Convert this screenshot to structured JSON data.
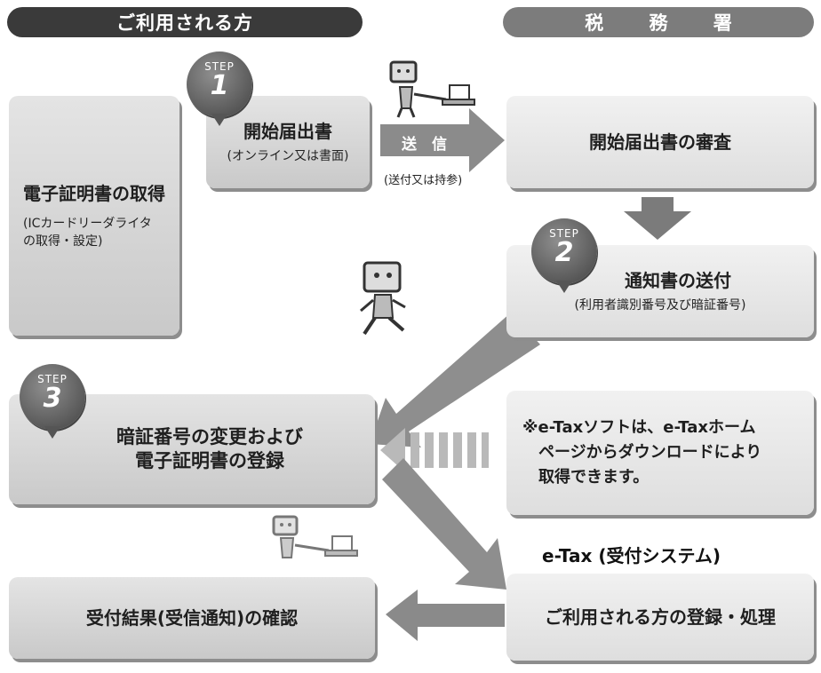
{
  "headers": {
    "left": "ご利用される方",
    "right": "税 務 署"
  },
  "steps": [
    {
      "label": "STEP",
      "number": "1"
    },
    {
      "label": "STEP",
      "number": "2"
    },
    {
      "label": "STEP",
      "number": "3"
    }
  ],
  "boxes": {
    "cert_acquire": {
      "title": "電子証明書の取得",
      "sub_line1": "(ICカードリーダライタ",
      "sub_line2": "の取得・設定)"
    },
    "start_notice": {
      "title": "開始届出書",
      "sub": "(オンライン又は書面)"
    },
    "review": {
      "title": "開始届出書の審査"
    },
    "notice_send": {
      "title": "通知書の送付",
      "sub": "(利用者識別番号及び暗証番号)"
    },
    "pin_change": {
      "line1": "暗証番号の変更および",
      "line2": "電子証明書の登録"
    },
    "software_note": {
      "line1": "※e-Taxソフトは、e-Taxホーム",
      "line2": "ページからダウンロードにより",
      "line3": "取得できます。"
    },
    "receipt_confirm": {
      "title": "受付結果(受信通知)の確認"
    },
    "user_register": {
      "title": "ご利用される方の登録・処理"
    }
  },
  "send_arrow": {
    "label": "送　信",
    "caption": "(送付又は持参)"
  },
  "etax_system": {
    "label": "e-Tax (受付システム)"
  },
  "colors": {
    "header_dark": "#3a3a3a",
    "header_light": "#7c7c7c",
    "arrow": "#8a8a8a",
    "box": "#d6d6d6"
  },
  "icons": [
    "mascot-with-laptop-icon",
    "mascot-walking-icon",
    "mascot-with-laptop-icon"
  ]
}
